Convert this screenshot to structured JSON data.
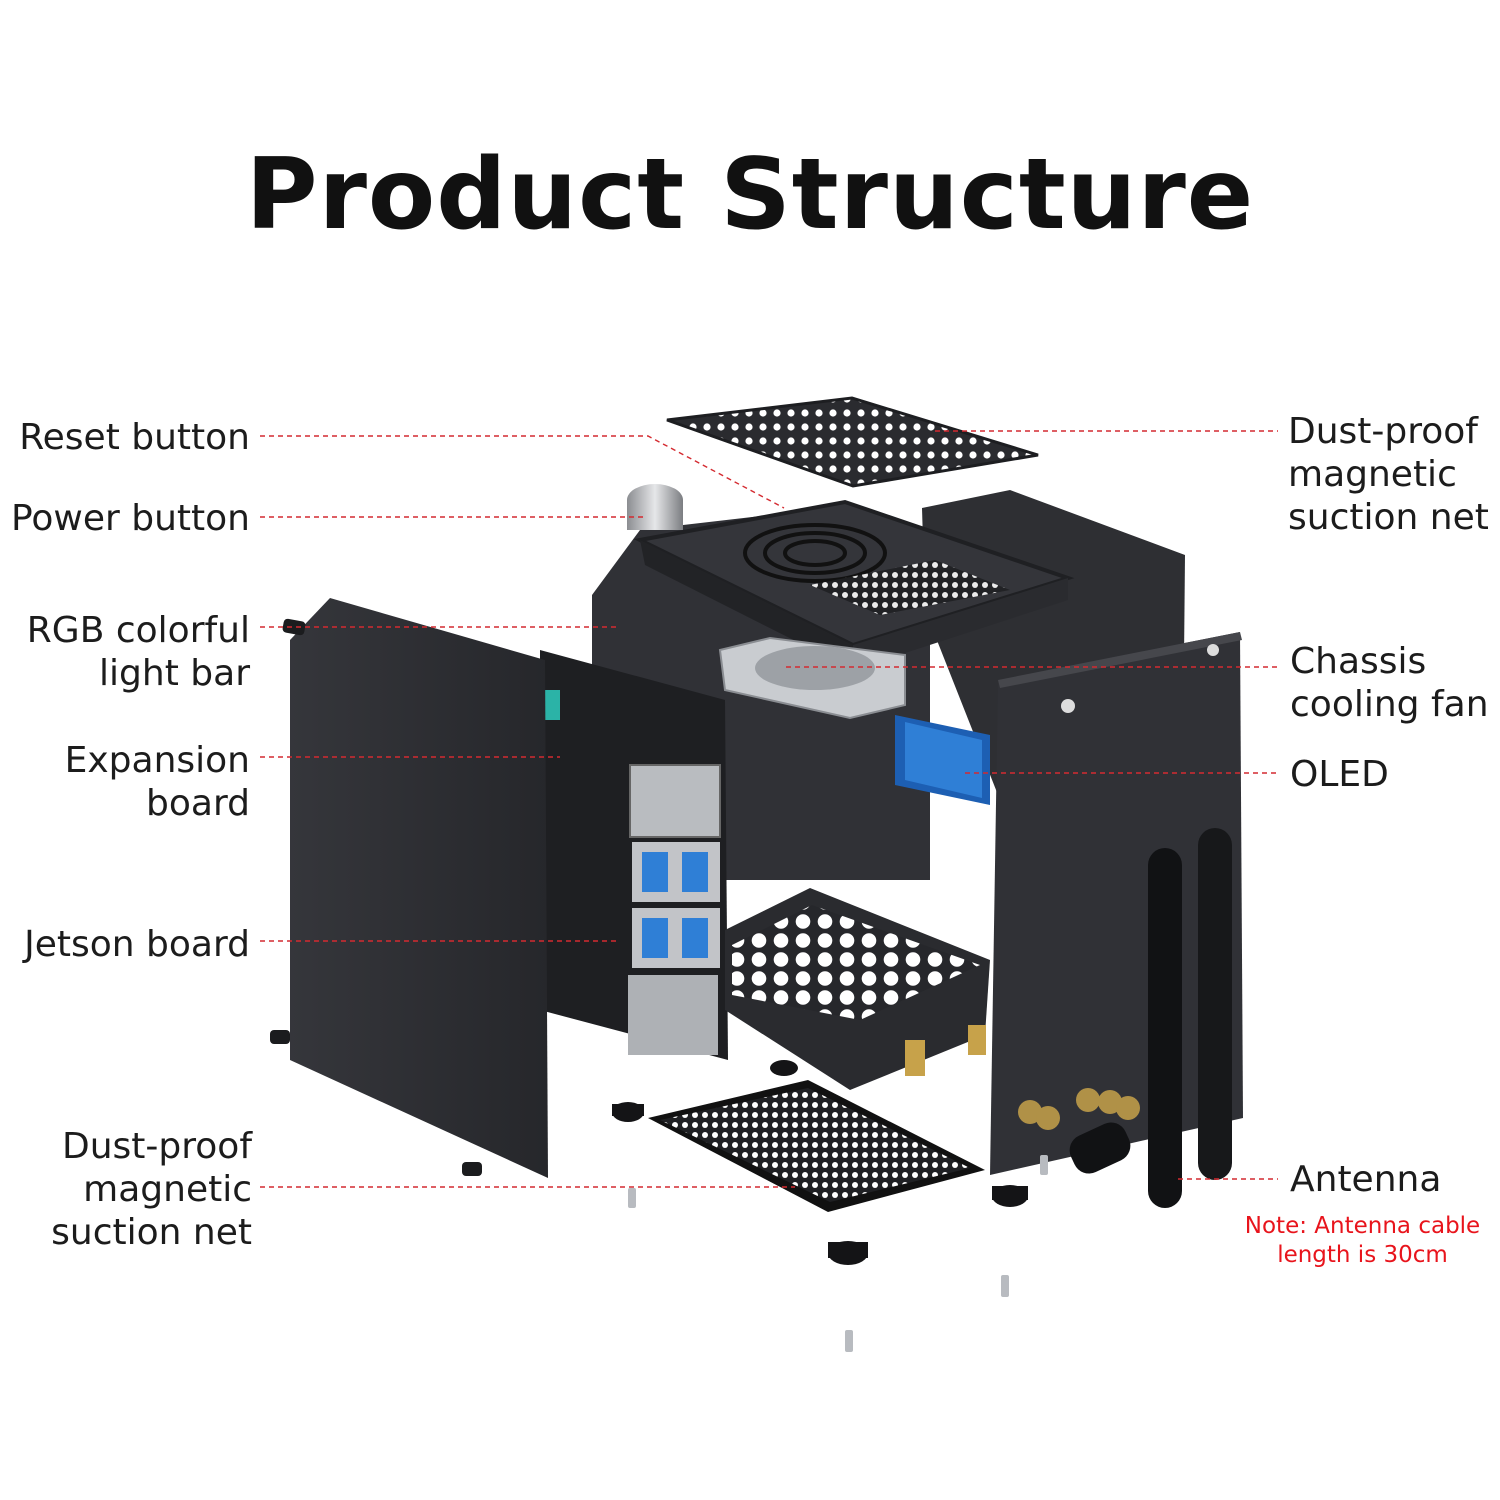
{
  "title": "Product Structure",
  "callouts": {
    "left": [
      {
        "id": "reset",
        "lines": [
          "Reset button"
        ]
      },
      {
        "id": "power",
        "lines": [
          "Power button"
        ]
      },
      {
        "id": "rgb",
        "lines": [
          "RGB colorful",
          "light bar"
        ]
      },
      {
        "id": "expansion",
        "lines": [
          "Expansion",
          "board"
        ]
      },
      {
        "id": "jetson",
        "lines": [
          "Jetson board"
        ]
      },
      {
        "id": "dust-bottom",
        "lines": [
          "Dust-proof",
          "magnetic",
          "suction net"
        ]
      }
    ],
    "right": [
      {
        "id": "dust-top",
        "lines": [
          "Dust-proof",
          "magnetic",
          "suction net"
        ]
      },
      {
        "id": "fan",
        "lines": [
          "Chassis",
          "cooling fan"
        ]
      },
      {
        "id": "oled",
        "lines": [
          "OLED"
        ]
      },
      {
        "id": "antenna",
        "lines": [
          "Antenna"
        ]
      }
    ]
  },
  "note": {
    "lines": [
      "Note: Antenna cable",
      "length is 30cm"
    ]
  },
  "colors": {
    "leader": "#d42a30",
    "note": "#e8141c",
    "panel": "#2b2c30",
    "accent_blue": "#2f7fd6"
  }
}
